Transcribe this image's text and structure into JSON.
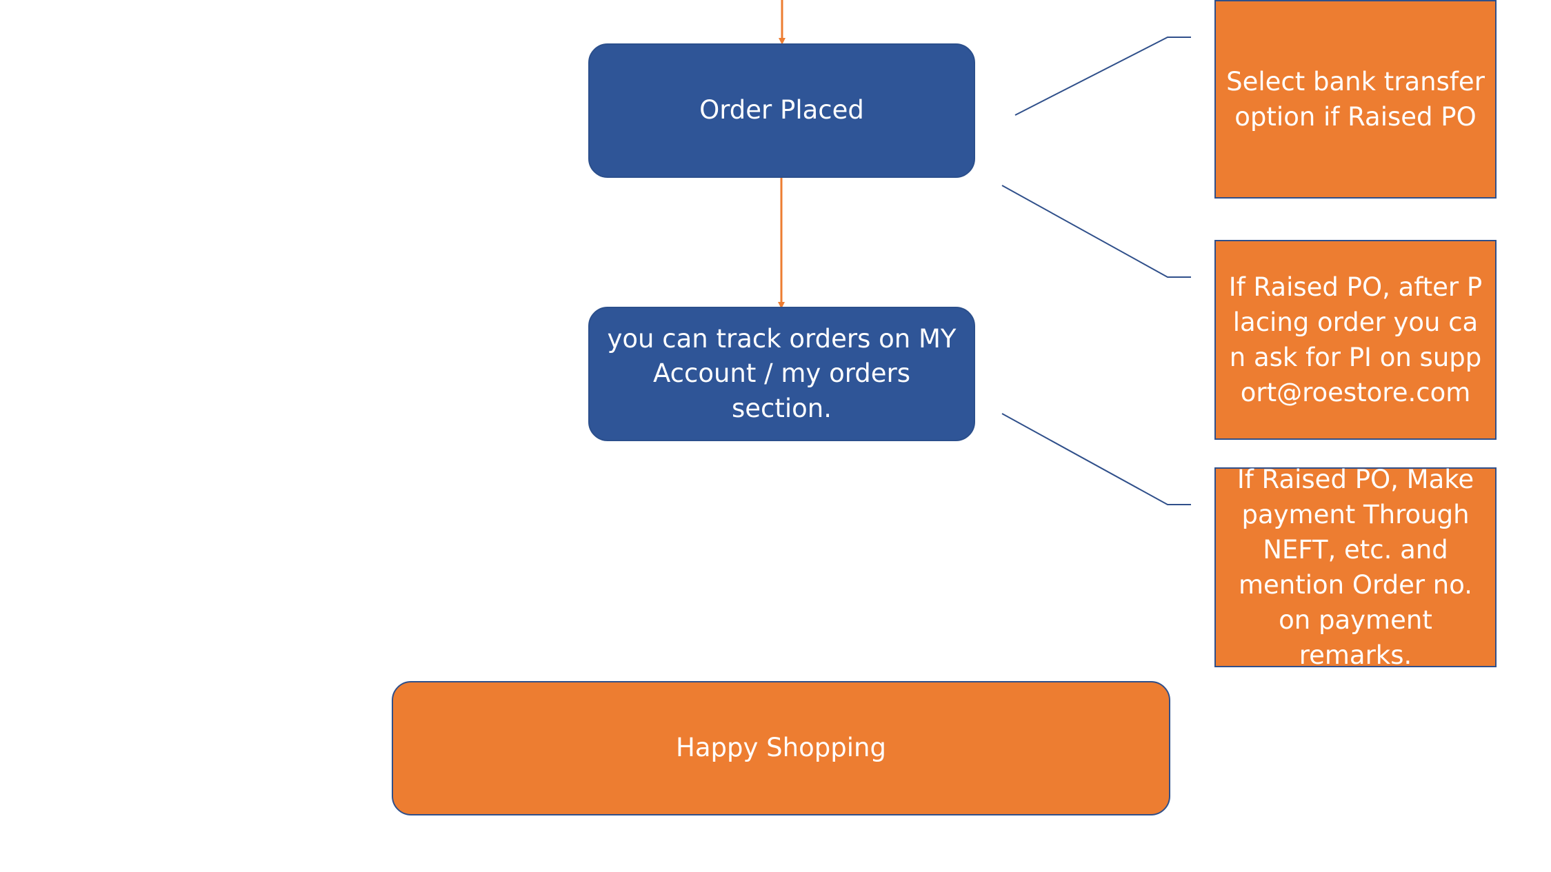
{
  "diagram": {
    "nodes": {
      "order_placed": "Order Placed",
      "track_orders": "you can track orders on MY Account / my orders section.",
      "bank_transfer_note": "Select bank transfer option if Raised PO",
      "pi_request_note": "If Raised PO, after Placing order you can ask for PI on support@roestore.com",
      "payment_note": "If Raised PO, Make payment Through NEFT, etc. and mention Order no. on payment remarks.",
      "happy_shopping": "Happy Shopping"
    },
    "colors": {
      "process_fill": "#2f5597",
      "note_fill": "#ed7d31",
      "flow_arrow": "#ed7d31",
      "callout_line": "#2f4f8a"
    }
  }
}
